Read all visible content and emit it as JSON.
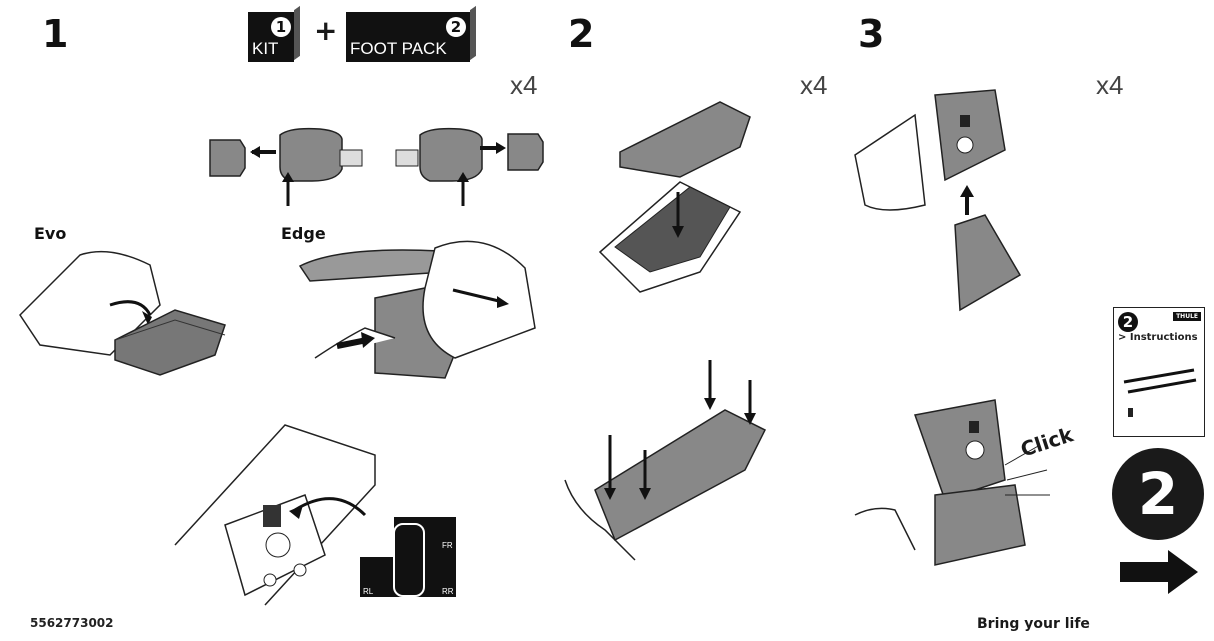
{
  "steps": [
    {
      "number": "1",
      "quantity": "x4"
    },
    {
      "number": "2",
      "quantity": "x4"
    },
    {
      "number": "3",
      "quantity": "x4"
    }
  ],
  "kit_box": {
    "number": "1",
    "label": "KIT"
  },
  "plus_sign": "+",
  "foot_pack_box": {
    "number": "2",
    "label": "FOOT PACK"
  },
  "labels": {
    "evo": "Evo",
    "edge": "Edge",
    "click": "Click"
  },
  "position_diagram": {
    "fr": "FR",
    "rl": "RL",
    "rr": "RR"
  },
  "booklet": {
    "number": "2",
    "title": "> Instructions",
    "brand": "THULE"
  },
  "next_page": {
    "number": "2"
  },
  "footer": {
    "part_number": "5562773002",
    "slogan": "Bring your life"
  }
}
